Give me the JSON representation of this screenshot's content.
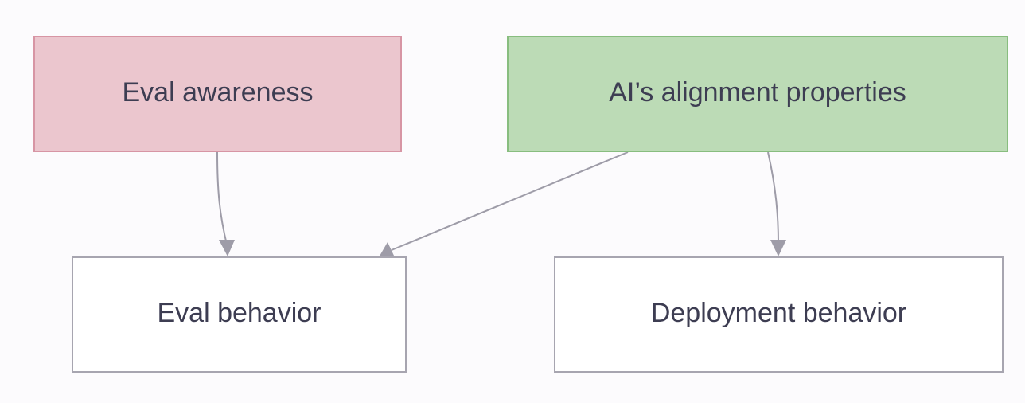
{
  "diagram": {
    "nodes": {
      "eval_awareness": {
        "label": "Eval awareness"
      },
      "alignment_properties": {
        "label": "AI’s alignment properties"
      },
      "eval_behavior": {
        "label": "Eval behavior"
      },
      "deployment_behavior": {
        "label": "Deployment behavior"
      }
    },
    "edges": [
      {
        "from": "eval_awareness",
        "to": "eval_behavior"
      },
      {
        "from": "alignment_properties",
        "to": "eval_behavior"
      },
      {
        "from": "alignment_properties",
        "to": "deployment_behavior"
      }
    ],
    "colors": {
      "eval_awareness_fill": "#ebc6ce",
      "eval_awareness_stroke": "#d795a4",
      "alignment_fill": "#bcdbb6",
      "alignment_stroke": "#88bd7f",
      "neutral_fill": "#ffffff",
      "neutral_stroke": "#a7a5b0",
      "edge": "#9e9ca8",
      "text": "#3d3d52"
    }
  }
}
